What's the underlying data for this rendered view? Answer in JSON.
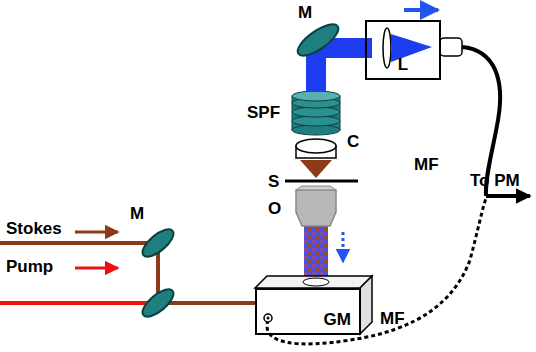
{
  "diagram": {
    "nodes": [
      {
        "text": [
          "L"
        ]
      },
      {
        "text": [
          "GM"
        ]
      }
    ],
    "labels": [
      "M",
      "SPF",
      "C",
      "S",
      "O",
      "MF",
      "To PM",
      "Stokes",
      "Pump",
      "M",
      "MF"
    ]
  }
}
